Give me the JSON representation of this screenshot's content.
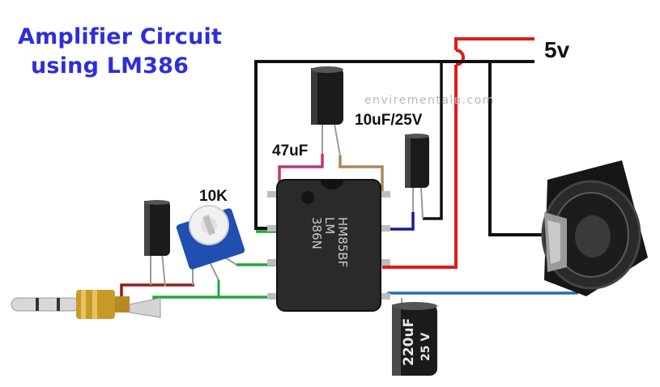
{
  "title": {
    "line1": "Amplifier Circuit",
    "line2": "using LM386"
  },
  "labels": {
    "supply": "5v",
    "cap_10uf": "10uF/25V",
    "cap_47uf": "47uF",
    "pot_10k": "10K"
  },
  "watermark": "envirementalв.com",
  "chip": {
    "line1": "LM",
    "line2": "HM85BF",
    "line3": "386N"
  },
  "cap_220uf": {
    "value": "220uF",
    "voltage": "25 V"
  },
  "colors": {
    "title": "#2e2ed8",
    "wire_red": "#e01b1b",
    "wire_black": "#111111",
    "wire_green": "#1ea83c",
    "wire_blue": "#1e6fb8",
    "wire_navy": "#1a1a9a",
    "wire_purple": "#c2357a",
    "wire_tan": "#a98a5c",
    "wire_darkred": "#9a1a1a",
    "chip_body": "#2a2a2a",
    "cap_body": "#1b1b1b",
    "pot_body": "#1f4fb0"
  }
}
